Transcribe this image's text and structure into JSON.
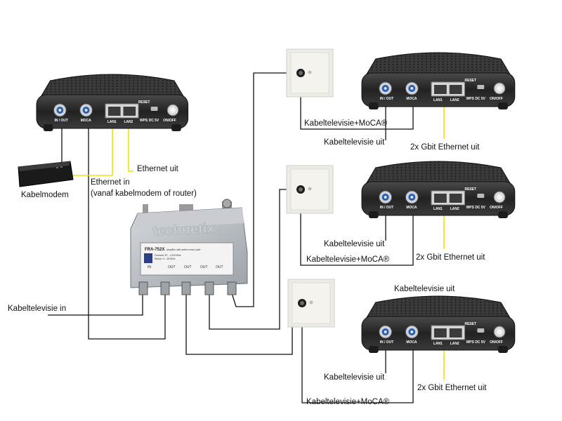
{
  "labels": {
    "kabelmodem": "Kabelmodem",
    "ethernet_in_line1": "Ethernet in",
    "ethernet_in_line2": "(vanaf kabelmodem of router)",
    "ethernet_uit": "Ethernet uit",
    "kabeltelevisie_in": "Kabeltelevisie in",
    "unit1_moca": "Kabeltelevisie+MoCA®",
    "unit1_tv_uit": "Kabeltelevisie uit",
    "unit1_eth": "2x Gbit Ethernet uit",
    "unit2_tv_uit": "Kabeltelevisie uit",
    "unit2_moca": "Kabeltelevisie+MoCA®",
    "unit2_eth": "2x Gbit Ethernet uit",
    "unit3_tv_uit_top": "Kabeltelevisie uit",
    "unit3_tv_uit": "Kabeltelevisie uit",
    "unit3_moca": "Kabeltelevisie+MoCA®",
    "unit3_eth": "2x Gbit Ethernet uit"
  },
  "adapter_ports": {
    "in_out": "IN / OUT",
    "moca": "MOCA",
    "lan1": "LAN1",
    "lan2": "LAN2",
    "reset": "RESET",
    "wps": "WPS",
    "dc": "DC 5V",
    "onoff": "ON/OFF"
  },
  "amplifier": {
    "brand": "technetix",
    "model": "FRA-752X",
    "subtitle": "amplifier with active return path",
    "spec1": "Forward: 87 - 1218 MHz",
    "spec2": "Return: 5 - 65 MHz",
    "port_in": "IN",
    "port_out1": "OUT",
    "port_out2": "OUT",
    "port_out3": "OUT",
    "port_out4": "OUT"
  },
  "colors": {
    "ethernet_cable": "#f2e500",
    "coax_cable": "#111111",
    "device_body": "#2b2b2b",
    "amplifier_body": "#b9bec4",
    "wall_outlet": "#ecebe6"
  }
}
